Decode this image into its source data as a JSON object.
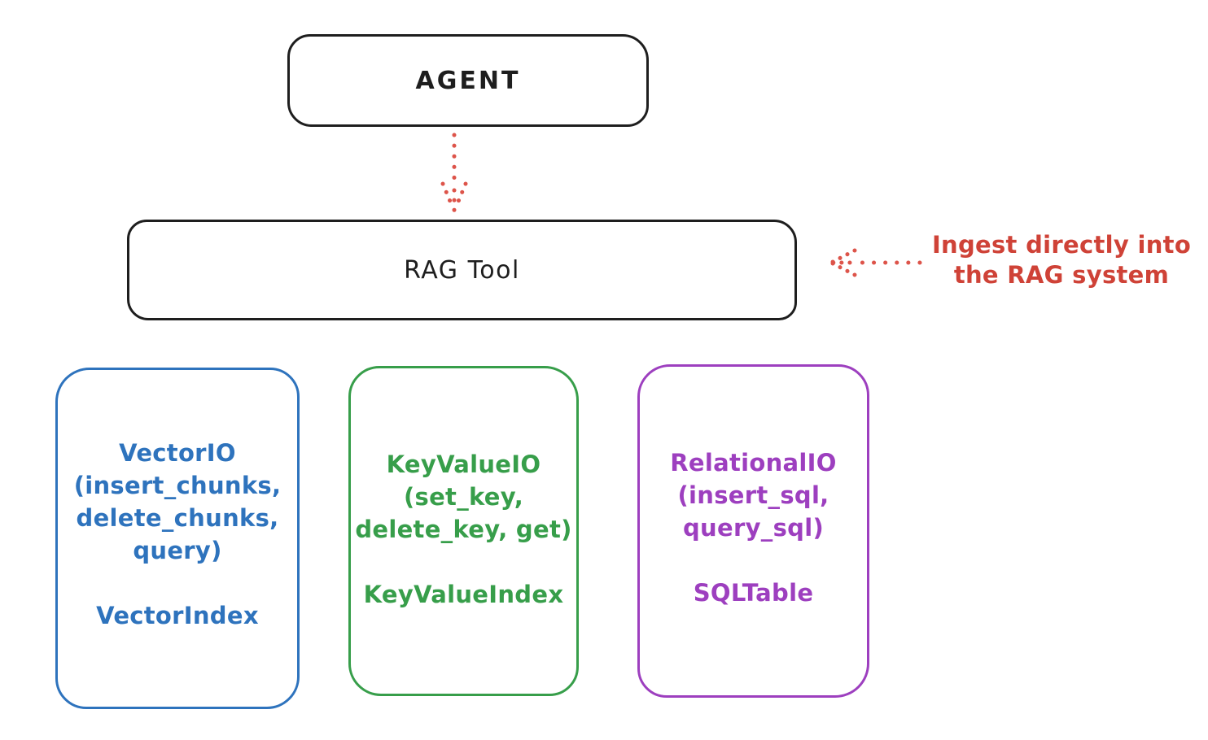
{
  "nodes": {
    "agent": {
      "label": "AGENT"
    },
    "rag_tool": {
      "label": "RAG Tool"
    },
    "vector_io": {
      "lines": [
        "VectorIO",
        "(insert_chunks,",
        "delete_chunks,",
        "query)"
      ],
      "index_label": "VectorIndex",
      "color": "#2e73bd"
    },
    "key_value_io": {
      "lines": [
        "KeyValueIO",
        "(set_key,",
        "delete_key, get)"
      ],
      "index_label": "KeyValueIndex",
      "color": "#379e4a"
    },
    "relational_io": {
      "lines": [
        "RelationalIO",
        "(insert_sql,",
        "query_sql)"
      ],
      "index_label": "SQLTable",
      "color": "#9d3fbf"
    }
  },
  "annotation": {
    "lines": [
      "Ingest directly into",
      "the RAG system"
    ],
    "color": "#cf4237"
  },
  "colors": {
    "stroke": "#1e1e1e",
    "arrow_red": "#dd544a",
    "background": "#ffffff"
  }
}
